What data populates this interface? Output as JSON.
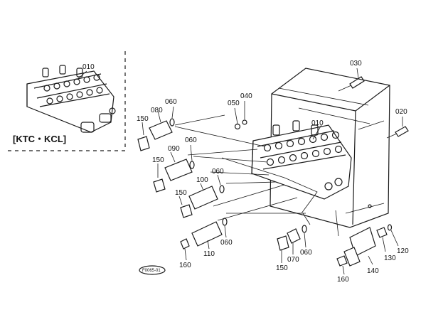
{
  "inset_label": "[KTC・KCL]",
  "drawing_code": "F0065-01",
  "parts": {
    "p010_inset": "010",
    "p010_main": "010",
    "p020": "020",
    "p030": "030",
    "p040": "040",
    "p050": "050",
    "p060_a": "060",
    "p060_b": "060",
    "p060_c": "060",
    "p060_d": "060",
    "p060_e": "060",
    "p070": "070",
    "p080": "080",
    "p090": "090",
    "p100": "100",
    "p110": "110",
    "p120": "120",
    "p130": "130",
    "p140": "140",
    "p150_a": "150",
    "p150_b": "150",
    "p150_c": "150",
    "p150_d": "150",
    "p160_a": "160",
    "p160_b": "160"
  }
}
